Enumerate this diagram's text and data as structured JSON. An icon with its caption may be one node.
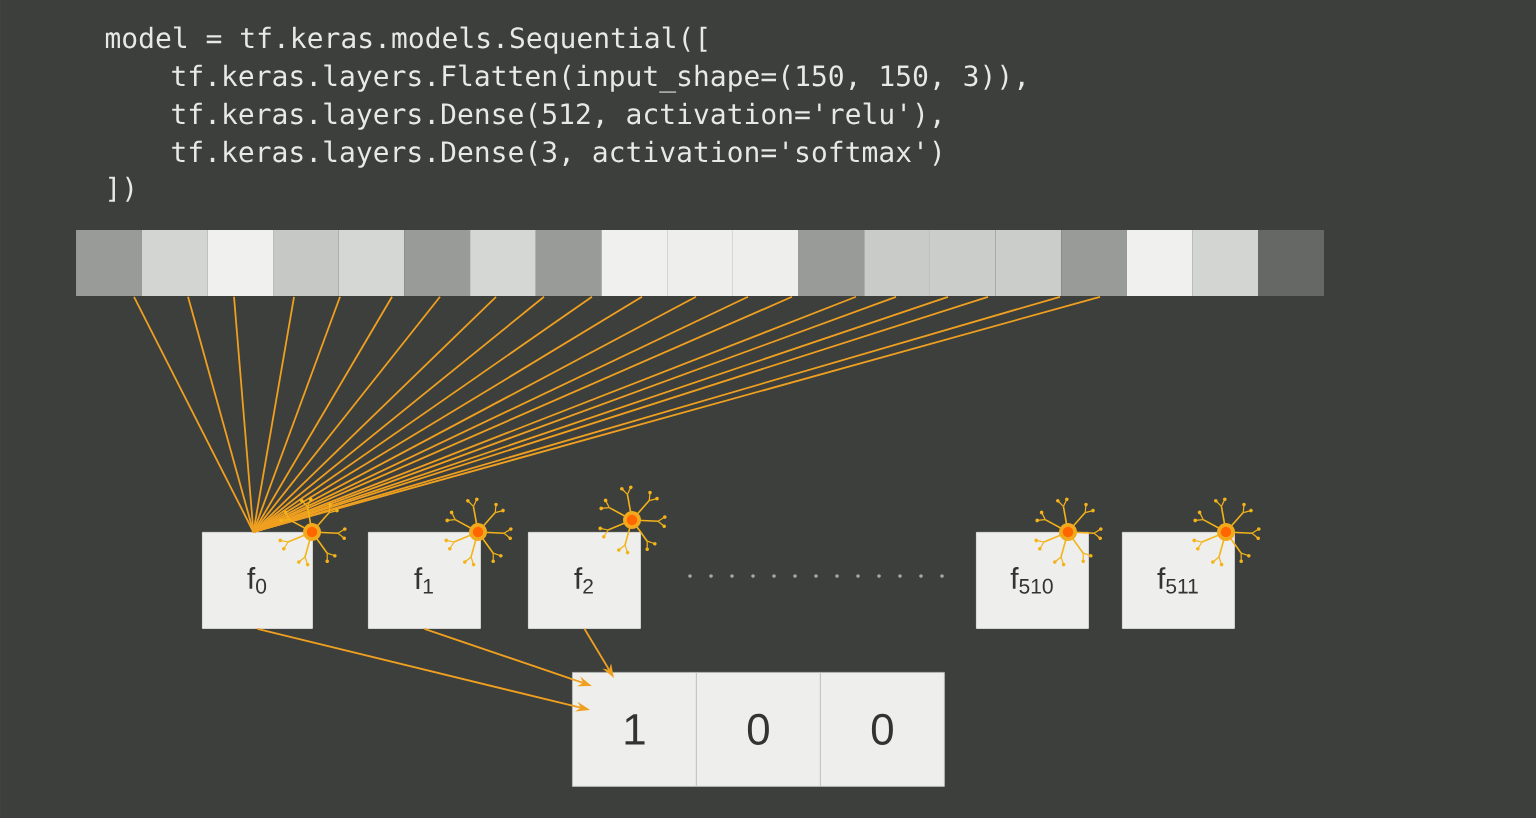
{
  "diagram": {
    "nodes": [
      {
        "text": [],
        "shape": "bar"
      },
      {
        "text": [
          "f$_{0}$"
        ]
      },
      {
        "text": [
          "f$_{1}$"
        ]
      },
      {
        "text": [
          "f$_{2}$"
        ]
      },
      {
        "text": [
          "f$_{510}$"
        ]
      },
      {
        "text": [
          "f$_{511}$"
        ]
      },
      {
        "text": [
          "1"
        ]
      },
      {
        "text": [
          "0"
        ]
      },
      {
        "text": [
          "0"
        ]
      }
    ],
    "edges": [
      {
        "from": 0,
        "to": 1,
        "arrow": "none"
      },
      {
        "from": 0,
        "to": 1,
        "arrow": "none"
      },
      {
        "from": 0,
        "to": 1,
        "arrow": "none"
      },
      {
        "from": 0,
        "to": 1,
        "arrow": "none"
      },
      {
        "from": 0,
        "to": 1,
        "arrow": "none"
      },
      {
        "from": 0,
        "to": 1,
        "arrow": "none"
      },
      {
        "from": 0,
        "to": 1,
        "arrow": "none"
      },
      {
        "from": 0,
        "to": 1,
        "arrow": "none"
      },
      {
        "from": 0,
        "to": 1,
        "arrow": "none"
      },
      {
        "from": 0,
        "to": 1,
        "arrow": "none"
      },
      {
        "from": 0,
        "to": 1,
        "arrow": "none"
      },
      {
        "from": 0,
        "to": 1,
        "arrow": "none"
      },
      {
        "from": 0,
        "to": 1,
        "arrow": "none"
      },
      {
        "from": 0,
        "to": 1,
        "arrow": "none"
      },
      {
        "from": 0,
        "to": 1,
        "arrow": "none"
      },
      {
        "from": 0,
        "to": 1,
        "arrow": "none"
      },
      {
        "from": 0,
        "to": 1,
        "arrow": "none"
      },
      {
        "from": 0,
        "to": 1,
        "arrow": "none"
      },
      {
        "from": 0,
        "to": 1,
        "arrow": "none"
      },
      {
        "from": 0,
        "to": 1,
        "arrow": "none"
      },
      {
        "from": 1,
        "to": 6,
        "arrow": "to"
      },
      {
        "from": 2,
        "to": 6,
        "arrow": "to"
      },
      {
        "from": 3,
        "to": 6,
        "arrow": "to"
      }
    ],
    "labels": [
      "model = tf.keras.models.Sequential([",
      "tf.keras.layers.Flatten(input_shape=(150, 150, 3)),",
      "tf.keras.layers.Dense(512, activation='relu'),",
      "tf.keras.layers.Dense(3, activation='softmax')",
      "])"
    ]
  }
}
